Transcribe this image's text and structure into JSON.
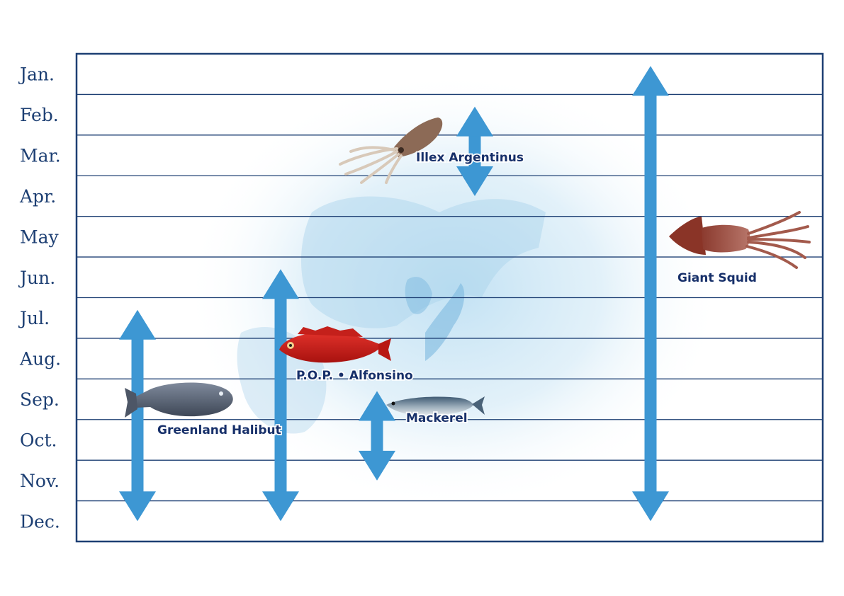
{
  "chart_data": {
    "type": "range",
    "months": [
      "Jan.",
      "Feb.",
      "Mar.",
      "Apr.",
      "May",
      "Jun.",
      "Jul.",
      "Aug.",
      "Sep.",
      "Oct.",
      "Nov.",
      "Dec."
    ],
    "series": [
      {
        "name": "Greenland Halibut",
        "start": "Jul.",
        "end": "Dec."
      },
      {
        "name": "P.O.P. • Alfonsino",
        "start": "Jun.",
        "end": "Dec."
      },
      {
        "name": "Mackerel",
        "start": "Sep.",
        "end": "Nov."
      },
      {
        "name": "Illex Argentinus",
        "start": "Feb.",
        "end": "Apr."
      },
      {
        "name": "Giant Squid",
        "start": "Jan.",
        "end": "Dec."
      }
    ],
    "colors": {
      "arrow": "#3d97d3",
      "grid": "#1d3f73",
      "label": "#17306a"
    }
  }
}
